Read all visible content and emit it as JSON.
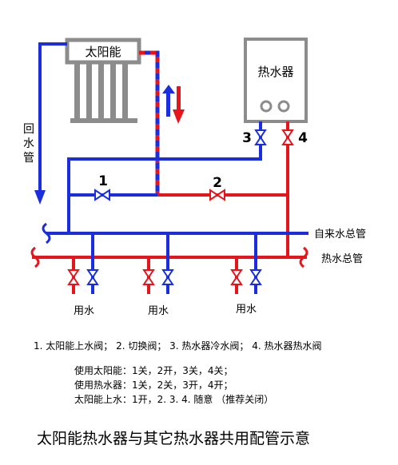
{
  "colors": {
    "hot": "#e8141c",
    "cold": "#1a2ee0",
    "collector": "#8c8c8c"
  },
  "solar_label": "太阳能",
  "heater_label": "热水器",
  "return_pipe_label": [
    "回",
    "水",
    "管"
  ],
  "valve_numbers": {
    "v1": "1",
    "v2": "2",
    "v3": "3",
    "v4": "4"
  },
  "mains_cold_label": "自来水总管",
  "mains_hot_label": "热水总管",
  "outlet_labels": [
    "用水",
    "用水",
    "用水"
  ],
  "legend": "1. 太阳能上水阀； 2. 切换阀； 3. 热水器冷水阀； 4. 热水器热水阀",
  "usage_lines": [
    "使用太阳能：1关，2开，3关，4关；",
    "使用热水器：1关，2关，3开，4开；",
    "太阳能上水：1开，2. 3. 4. 随意 （推荐关闭）"
  ],
  "caption": "太阳能热水器与其它热水器共用配管示意"
}
